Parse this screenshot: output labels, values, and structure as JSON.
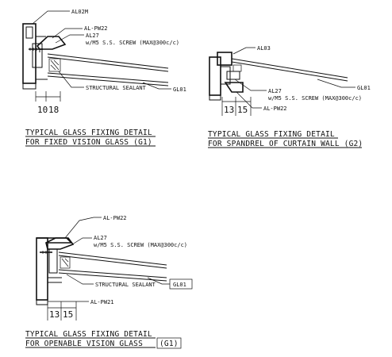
{
  "details": {
    "g1_fixed": {
      "callouts": {
        "al02m": "AL02M",
        "al_pw22": "AL-PW22",
        "al27": "AL27",
        "screw": "w/M5 S.S. SCREW (MAX@300c/c)",
        "sealant": "STRUCTURAL SEALANT",
        "gl01": "GL01"
      },
      "dimensions": [
        "10",
        "18"
      ],
      "title_line1": "TYPICAL GLASS FIXING DETAIL",
      "title_line2": "FOR FIXED VISION GLASS (G1)"
    },
    "g2_spandrel": {
      "callouts": {
        "al03": "AL03",
        "gl01": "GL01",
        "al27": "AL27",
        "screw": "w/M5 S.S. SCREW (MAX@300c/c)",
        "al_pw22": "AL-PW22"
      },
      "dimensions": [
        "13",
        "15"
      ],
      "title_line1": "TYPICAL GLASS FIXING DETAIL",
      "title_line2": "FOR SPANDREL OF CURTAIN WALL (G2)"
    },
    "g1_openable": {
      "callouts": {
        "al_pw22": "AL-PW22",
        "al27": "AL27",
        "screw": "w/M5 S.S. SCREW (MAX@300c/c)",
        "sealant": "STRUCTURAL SEALANT",
        "gl01": "GL01",
        "al_pw21": "AL-PW21"
      },
      "dimensions": [
        "13",
        "15"
      ],
      "title_line1": "TYPICAL GLASS FIXING DETAIL",
      "title_line2": "FOR OPENABLE VISION GLASS",
      "title_tag": "(G1)"
    }
  }
}
